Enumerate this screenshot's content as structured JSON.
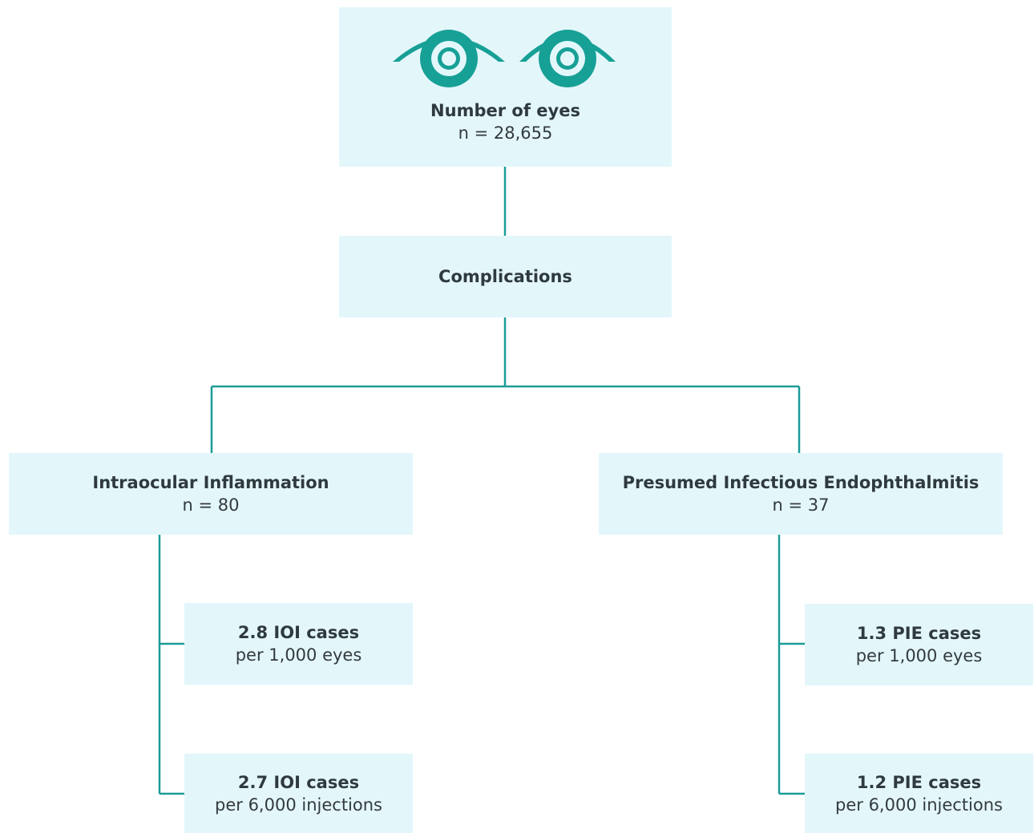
{
  "root": {
    "title": "Number of eyes",
    "value": "n = 28,655",
    "icon": "eyes-icon"
  },
  "complications": {
    "title": "Complications"
  },
  "ioi": {
    "title": "Intraocular Inflammation",
    "value": "n = 80",
    "rates": [
      {
        "title": "2.8 IOI cases",
        "sub": "per 1,000 eyes"
      },
      {
        "title": "2.7 IOI cases",
        "sub": "per 6,000 injections"
      }
    ]
  },
  "pie": {
    "title": "Presumed Infectious Endophthalmitis",
    "value": "n = 37",
    "rates": [
      {
        "title": "1.3 PIE cases",
        "sub": "per 1,000 eyes"
      },
      {
        "title": "1.2 PIE cases",
        "sub": "per 6,000 injections"
      }
    ]
  },
  "colors": {
    "box_fill": "#e3f7fb",
    "connector": "#1a9c98",
    "icon": "#17a096"
  }
}
